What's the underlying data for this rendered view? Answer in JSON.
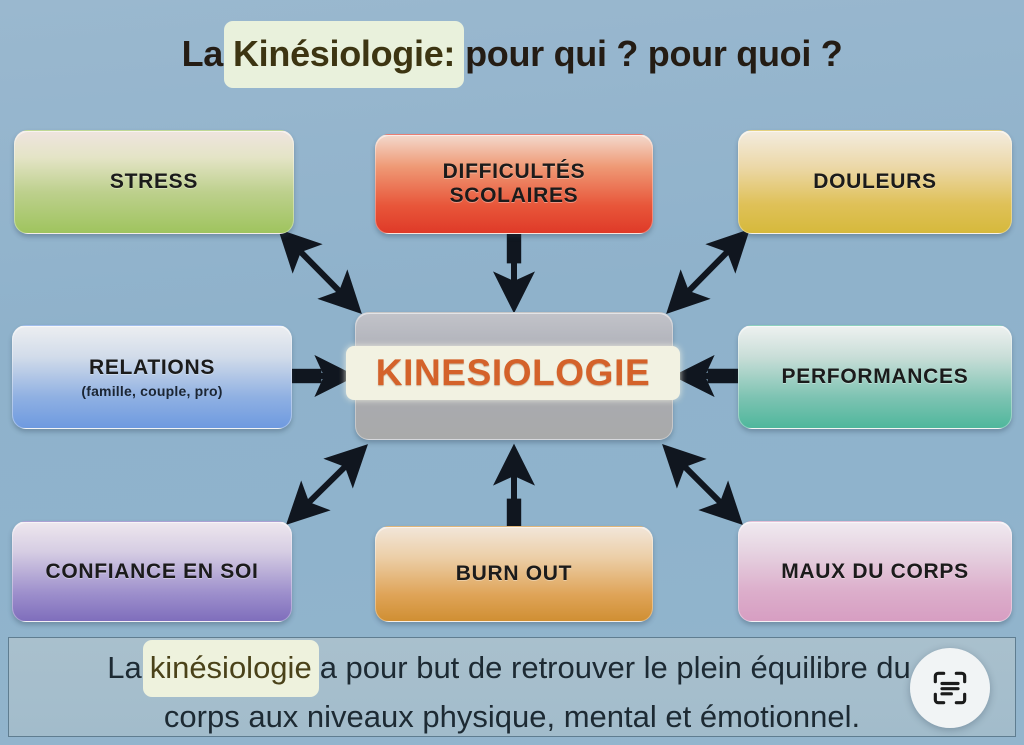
{
  "title": {
    "prefix": "La ",
    "highlight": "Kinésiologie:",
    "suffix": " pour qui ? pour quoi ?",
    "highlight_color": "#e9f1dc"
  },
  "diagram": {
    "center": {
      "label": "KINESIOLOGIE",
      "text_color": "#d4622a",
      "box_color": "#a9abb1",
      "highlight_color": "#f2f2e2"
    },
    "nodes": [
      {
        "id": "stress",
        "label": "STRESS",
        "sublabel": "",
        "position": "top-left",
        "color_top": "#efe4df",
        "color_bottom": "#9fc45e"
      },
      {
        "id": "difficultes",
        "label": "DIFFICULTÉS\nSCOLAIRES",
        "line1": "DIFFICULTÉS",
        "line2": "SCOLAIRES",
        "position": "top-center",
        "color_top": "#f3d9cd",
        "color_bottom": "#df3a28"
      },
      {
        "id": "douleurs",
        "label": "DOULEURS",
        "sublabel": "",
        "position": "top-right",
        "color_top": "#f3ecdf",
        "color_bottom": "#d6b93c"
      },
      {
        "id": "relations",
        "label": "RELATIONS",
        "sublabel": "(famille, couple, pro)",
        "position": "middle-left",
        "color_top": "#eceef1",
        "color_bottom": "#6e9ae0"
      },
      {
        "id": "performances",
        "label": "PERFORMANCES",
        "sublabel": "",
        "position": "middle-right",
        "color_top": "#eef1f0",
        "color_bottom": "#4fb79c"
      },
      {
        "id": "confiance",
        "label": "CONFIANCE EN SOI",
        "sublabel": "",
        "position": "bottom-left",
        "color_top": "#eee7ee",
        "color_bottom": "#7f6ebc"
      },
      {
        "id": "burnout",
        "label": "BURN OUT",
        "sublabel": "",
        "position": "bottom-center",
        "color_top": "#f2e6d9",
        "color_bottom": "#d08f33"
      },
      {
        "id": "maux",
        "label": "MAUX DU CORPS",
        "sublabel": "",
        "position": "bottom-right",
        "color_top": "#f0eaf0",
        "color_bottom": "#d79ec2"
      }
    ],
    "connectors": [
      {
        "from": "stress",
        "to": "center",
        "style": "double-headed-diagonal"
      },
      {
        "from": "difficultes",
        "to": "center",
        "style": "down-arrow"
      },
      {
        "from": "douleurs",
        "to": "center",
        "style": "double-headed-diagonal"
      },
      {
        "from": "relations",
        "to": "center",
        "style": "right-arrow"
      },
      {
        "from": "performances",
        "to": "center",
        "style": "left-arrow"
      },
      {
        "from": "confiance",
        "to": "center",
        "style": "double-headed-diagonal"
      },
      {
        "from": "burnout",
        "to": "center",
        "style": "up-arrow"
      },
      {
        "from": "maux",
        "to": "center",
        "style": "double-headed-diagonal"
      }
    ],
    "arrow_color": "#10161f",
    "background_color": "#8fb3cc"
  },
  "caption": {
    "line1_prefix": "La ",
    "line1_highlight": "kinésiologie",
    "line1_suffix": " a pour but de retrouver le plein équilibre du",
    "line2": "corps aux niveaux physique, mental et émotionnel.",
    "highlight_color": "#eef2dd",
    "background_color": "#a5bdcb"
  },
  "floating_button": {
    "icon": "text-scan-icon",
    "background_color": "#f6f7f7"
  }
}
